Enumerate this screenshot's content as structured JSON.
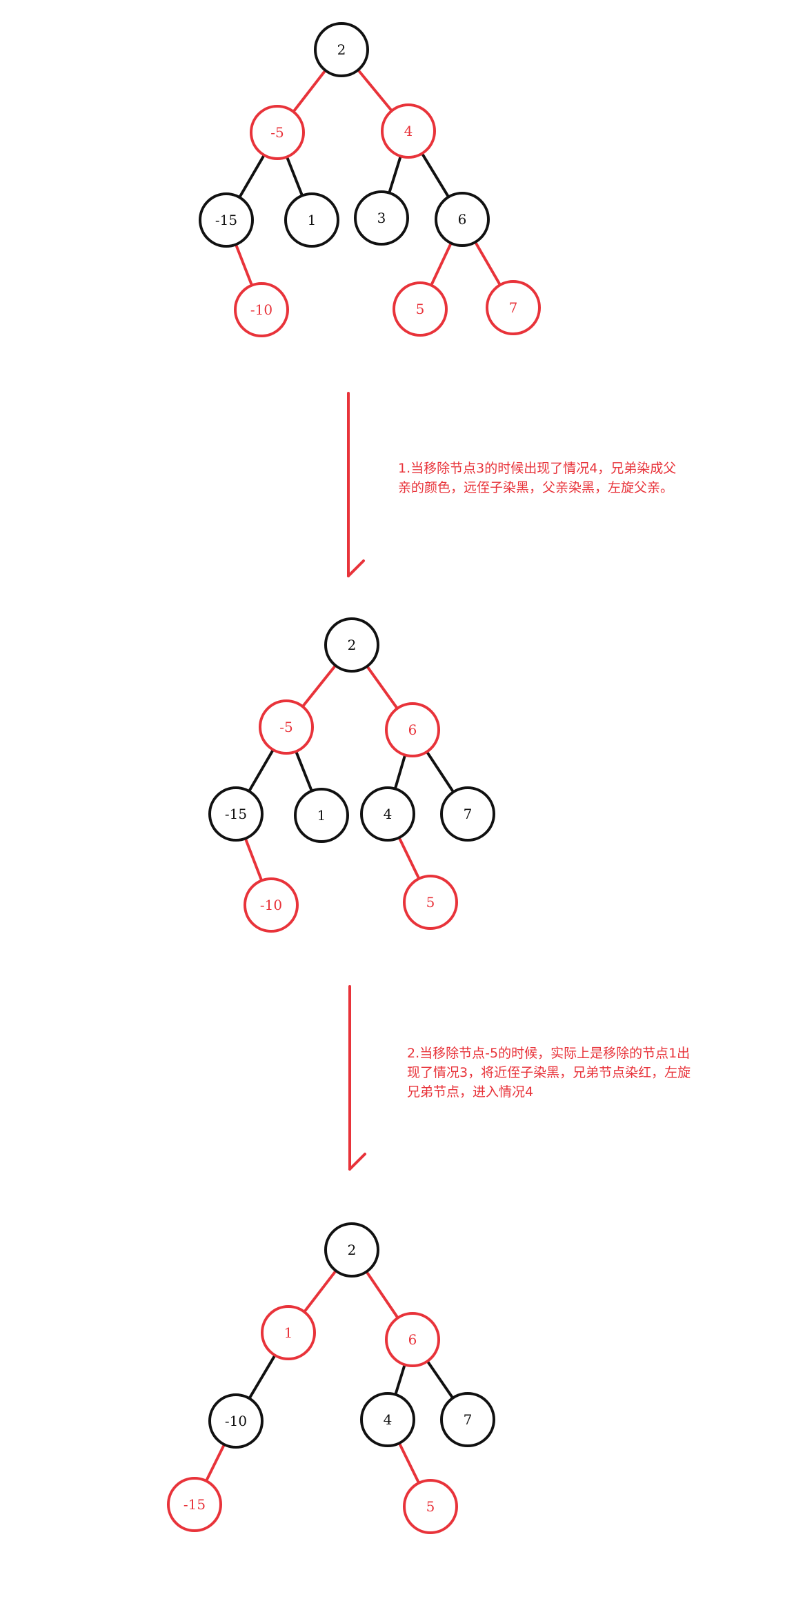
{
  "colors": {
    "black": "#111111",
    "red": "#e8333a"
  },
  "trees": [
    {
      "name": "initial",
      "nodes": [
        {
          "label": "2",
          "color": "black"
        },
        {
          "label": "-5",
          "color": "red"
        },
        {
          "label": "4",
          "color": "red"
        },
        {
          "label": "-15",
          "color": "black"
        },
        {
          "label": "1",
          "color": "black"
        },
        {
          "label": "3",
          "color": "black"
        },
        {
          "label": "6",
          "color": "black"
        },
        {
          "label": "-10",
          "color": "red"
        },
        {
          "label": "5",
          "color": "red"
        },
        {
          "label": "7",
          "color": "red"
        }
      ],
      "edges": [
        {
          "from": 0,
          "to": 1,
          "color": "red"
        },
        {
          "from": 0,
          "to": 2,
          "color": "red"
        },
        {
          "from": 1,
          "to": 3,
          "color": "black"
        },
        {
          "from": 1,
          "to": 4,
          "color": "black"
        },
        {
          "from": 2,
          "to": 5,
          "color": "black"
        },
        {
          "from": 2,
          "to": 6,
          "color": "black"
        },
        {
          "from": 3,
          "to": 7,
          "color": "red"
        },
        {
          "from": 6,
          "to": 8,
          "color": "red"
        },
        {
          "from": 6,
          "to": 9,
          "color": "red"
        }
      ]
    },
    {
      "name": "after-step-1",
      "nodes": [
        {
          "label": "2",
          "color": "black"
        },
        {
          "label": "-5",
          "color": "red"
        },
        {
          "label": "6",
          "color": "red"
        },
        {
          "label": "-15",
          "color": "black"
        },
        {
          "label": "1",
          "color": "black"
        },
        {
          "label": "4",
          "color": "black"
        },
        {
          "label": "7",
          "color": "black"
        },
        {
          "label": "-10",
          "color": "red"
        },
        {
          "label": "5",
          "color": "red"
        }
      ],
      "edges": [
        {
          "from": 0,
          "to": 1,
          "color": "red"
        },
        {
          "from": 0,
          "to": 2,
          "color": "red"
        },
        {
          "from": 1,
          "to": 3,
          "color": "black"
        },
        {
          "from": 1,
          "to": 4,
          "color": "black"
        },
        {
          "from": 2,
          "to": 5,
          "color": "black"
        },
        {
          "from": 2,
          "to": 6,
          "color": "black"
        },
        {
          "from": 3,
          "to": 7,
          "color": "red"
        },
        {
          "from": 5,
          "to": 8,
          "color": "red"
        }
      ]
    },
    {
      "name": "after-step-2",
      "nodes": [
        {
          "label": "2",
          "color": "black"
        },
        {
          "label": "1",
          "color": "red"
        },
        {
          "label": "6",
          "color": "red"
        },
        {
          "label": "-10",
          "color": "black"
        },
        {
          "label": "4",
          "color": "black"
        },
        {
          "label": "7",
          "color": "black"
        },
        {
          "label": "-15",
          "color": "red"
        },
        {
          "label": "5",
          "color": "red"
        }
      ],
      "edges": [
        {
          "from": 0,
          "to": 1,
          "color": "red"
        },
        {
          "from": 0,
          "to": 2,
          "color": "red"
        },
        {
          "from": 1,
          "to": 3,
          "color": "black"
        },
        {
          "from": 2,
          "to": 4,
          "color": "black"
        },
        {
          "from": 2,
          "to": 5,
          "color": "black"
        },
        {
          "from": 3,
          "to": 6,
          "color": "red"
        },
        {
          "from": 4,
          "to": 7,
          "color": "red"
        }
      ]
    }
  ],
  "steps": [
    {
      "lines": [
        "1.当移除节点3的时候出现了情况4，兄弟染成父",
        "亲的颜色，远侄子染黑，父亲染黑，左旋父亲。"
      ]
    },
    {
      "lines": [
        "2.当移除节点-5的时候，实际上是移除的节点1出",
        "现了情况3，将近侄子染黑，兄弟节点染红，左旋",
        "兄弟节点，进入情况4"
      ]
    }
  ]
}
